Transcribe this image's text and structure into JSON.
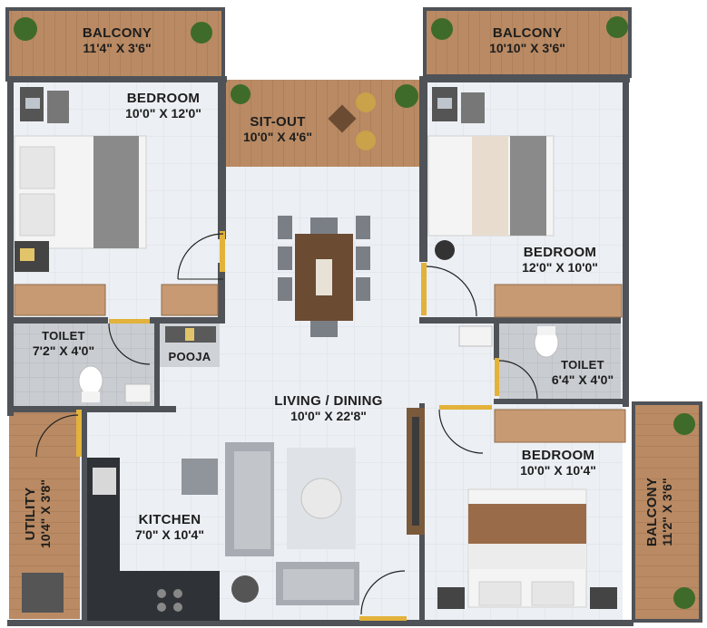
{
  "rooms": {
    "balcony_top_left": {
      "name": "BALCONY",
      "dims": "11'4\" X 3'6\""
    },
    "balcony_top_right": {
      "name": "BALCONY",
      "dims": "10'10\" X 3'6\""
    },
    "bedroom_left": {
      "name": "BEDROOM",
      "dims": "10'0\" X 12'0\""
    },
    "sit_out": {
      "name": "SIT-OUT",
      "dims": "10'0\" X 4'6\""
    },
    "bedroom_right": {
      "name": "BEDROOM",
      "dims": "12'0\" X 10'0\""
    },
    "toilet_left": {
      "name": "TOILET",
      "dims": "7'2\" X 4'0\""
    },
    "pooja": {
      "name": "POOJA"
    },
    "toilet_right": {
      "name": "TOILET",
      "dims": "6'4\" X 4'0\""
    },
    "living_dining": {
      "name": "LIVING / DINING",
      "dims": "10'0\" X 22'8\""
    },
    "bedroom_bottom": {
      "name": "BEDROOM",
      "dims": "10'0\" X 10'4\""
    },
    "utility": {
      "name": "UTILITY",
      "dims": "10'4\" X 3'8\""
    },
    "kitchen": {
      "name": "KITCHEN",
      "dims": "7'0\" X 10'4\""
    },
    "balcony_right": {
      "name": "BALCONY",
      "dims": "11'2\" X 3'6\""
    }
  },
  "colors": {
    "wall": "#4f5257",
    "floor": "#eceff3",
    "tile_line": "#dde1e6",
    "wood_deck": "#b98a63",
    "wardrobe": "#c79a73",
    "bed_sheet": "#f4f4f4",
    "bed_accent_grey": "#8a8a8a",
    "bed_accent_brown": "#9a6b48",
    "toilet_floor": "#c9ccd0",
    "plant": "#3f6b2a",
    "door_accent": "#e2b23a"
  }
}
